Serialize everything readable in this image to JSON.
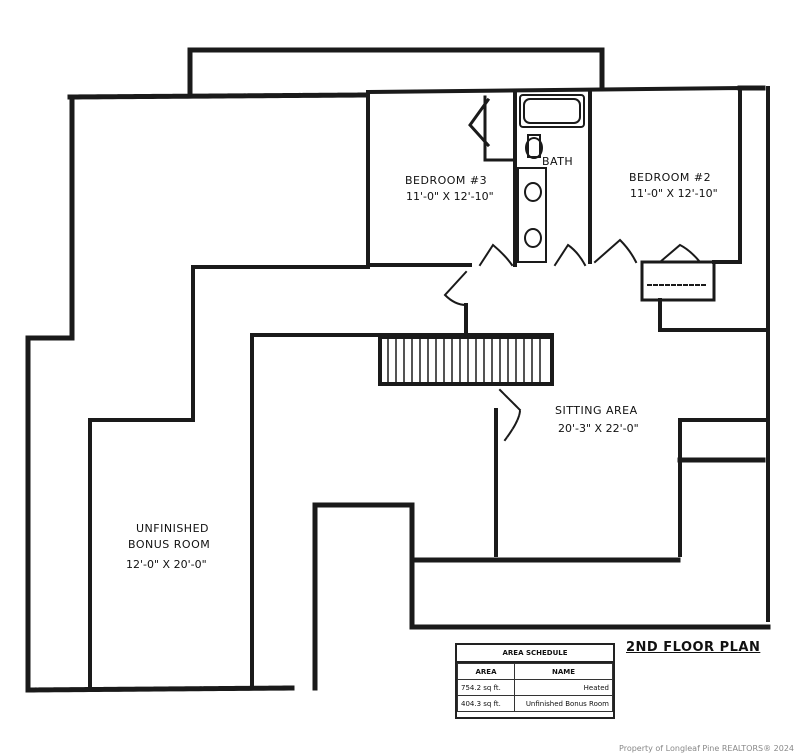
{
  "plan_title": "2ND FLOOR PLAN",
  "rooms": {
    "bedroom3": {
      "name": "BEDROOM #3",
      "dims": "11'-0\" X 12'-10\""
    },
    "bedroom2": {
      "name": "BEDROOM #2",
      "dims": "11'-0\" X 12'-10\""
    },
    "bath": {
      "name": "BATH"
    },
    "sitting": {
      "name": "SITTING AREA",
      "dims": "20'-3\" X 22'-0\""
    },
    "bonus": {
      "name_line1": "UNFINISHED",
      "name_line2": "BONUS ROOM",
      "dims": "12'-0\" X 20'-0\""
    }
  },
  "area_schedule": {
    "title": "AREA SCHEDULE",
    "headers": [
      "AREA",
      "NAME"
    ],
    "rows": [
      {
        "area": "754.2 sq ft.",
        "name": "Heated"
      },
      {
        "area": "404.3 sq ft.",
        "name": "Unfinished Bonus Room"
      }
    ]
  },
  "watermark": "Property of Longleaf Pine REALTORS® 2024"
}
